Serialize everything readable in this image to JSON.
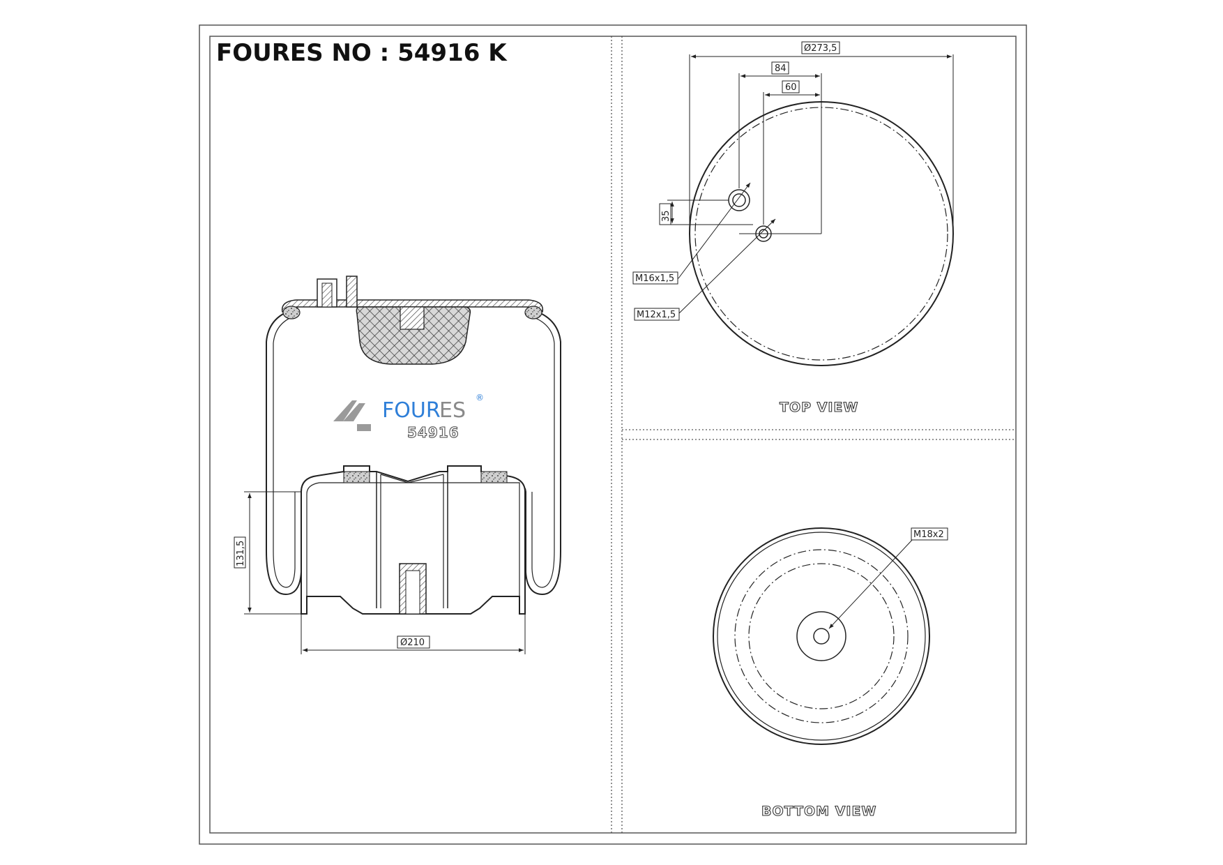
{
  "title": "FOURES NO : 54916 K",
  "logo": {
    "brand_blue": "FOUR",
    "brand_grey": "ES",
    "registered": "®",
    "part_number": "54916",
    "color_blue": "#2f7fd8",
    "color_grey": "#8a8a8a"
  },
  "side_view": {
    "dim_height": "131,5",
    "dim_diameter": "Ø210"
  },
  "top_view": {
    "label": "TOP VIEW",
    "dim_outer": "Ø273,5",
    "dim_84": "84",
    "dim_60": "60",
    "dim_35": "35",
    "thread_1": "M16x1,5",
    "thread_2": "M12x1,5"
  },
  "bottom_view": {
    "label": "BOTTOM VIEW",
    "thread": "M18x2"
  }
}
